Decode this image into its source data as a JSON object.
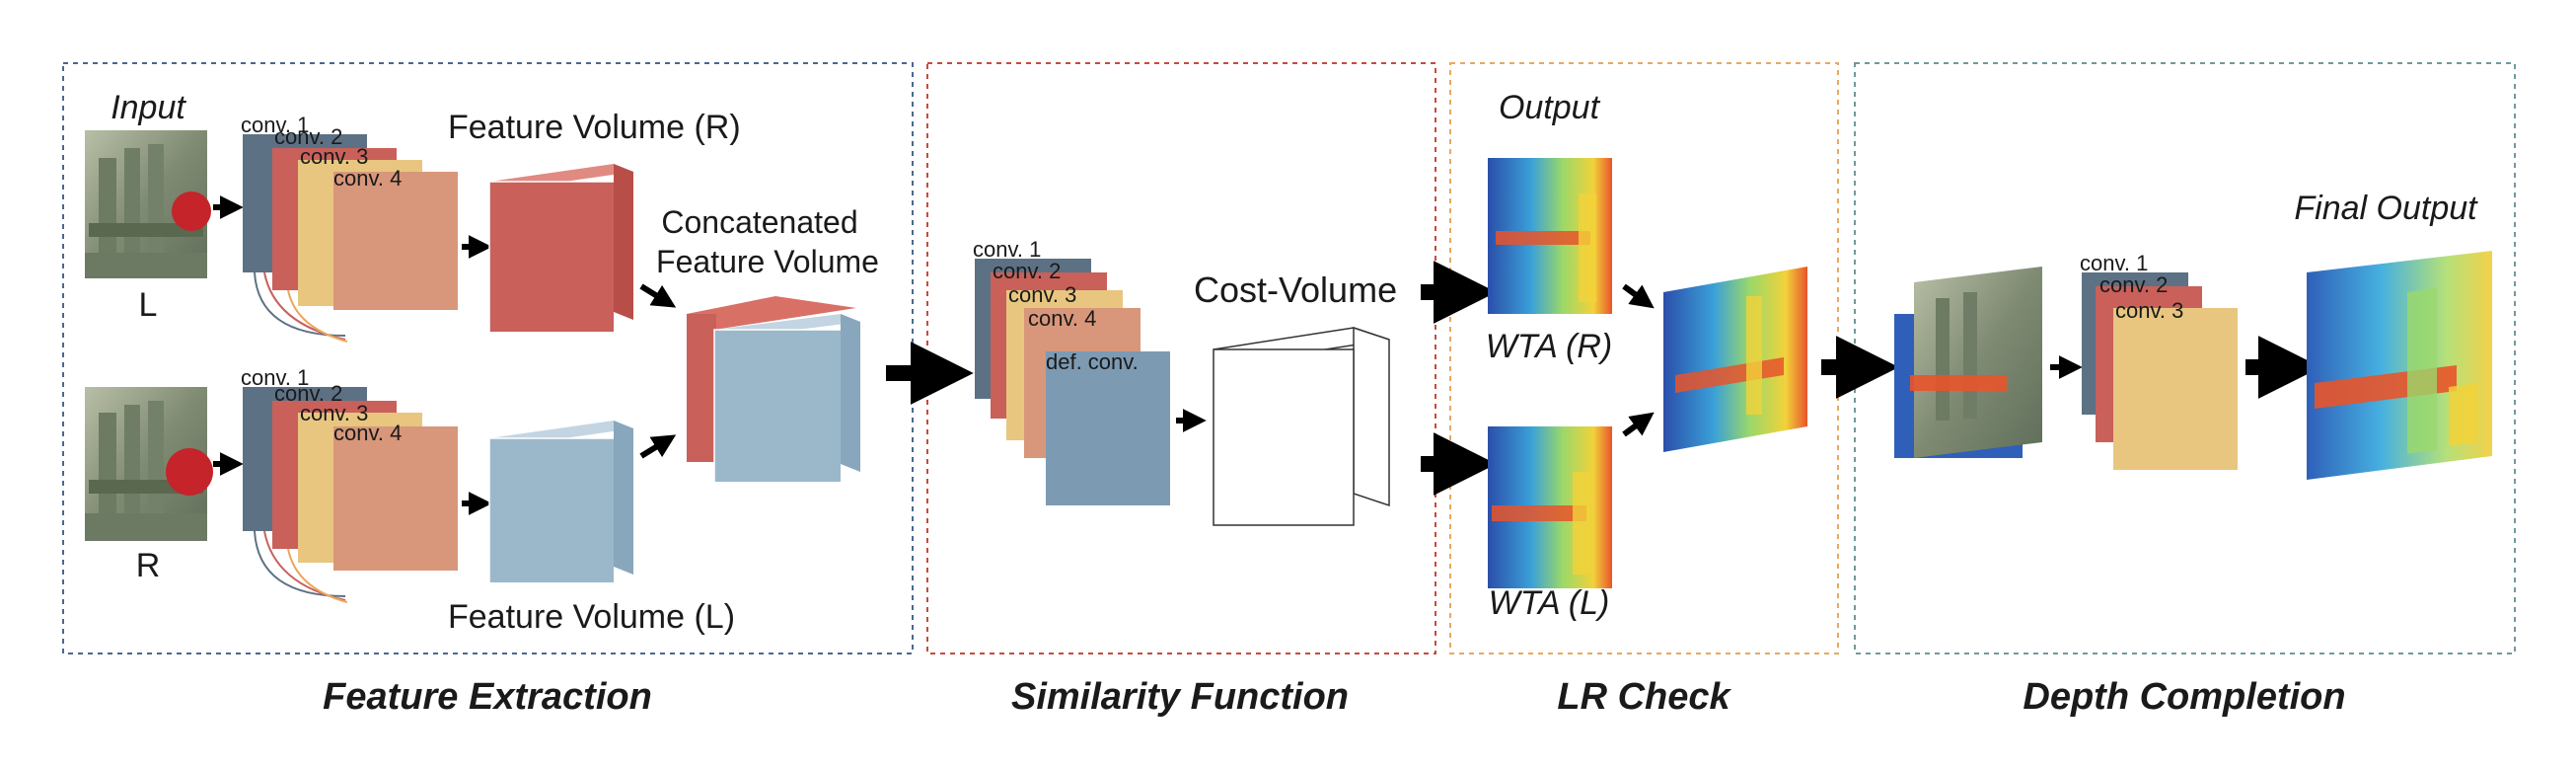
{
  "sections": [
    {
      "caption": "Feature Extraction",
      "color": "#4a6890"
    },
    {
      "caption": "Similarity Function",
      "color": "#c84a3c"
    },
    {
      "caption": "LR Check",
      "color": "#e8a860"
    },
    {
      "caption": "Depth Completion",
      "color": "#6f9a9a"
    }
  ],
  "feature_extraction": {
    "input_label": "Input",
    "left_image_label": "L",
    "right_image_label": "R",
    "conv_layers": [
      "conv. 1",
      "conv. 2",
      "conv. 3",
      "conv. 4"
    ],
    "feature_volume_right": "Feature Volume (R)",
    "feature_volume_left": "Feature Volume (L)",
    "concat_line1": "Concatenated",
    "concat_line2": "Feature Volume"
  },
  "similarity_function": {
    "layers": [
      "conv. 1",
      "conv. 2",
      "conv. 3",
      "conv. 4",
      "def. conv."
    ],
    "cost_volume_label": "Cost-Volume"
  },
  "lr_check": {
    "output_label": "Output",
    "wta_right": "WTA (R)",
    "wta_left": "WTA (L)"
  },
  "depth_completion": {
    "layers": [
      "conv. 1",
      "conv. 2",
      "conv. 3"
    ],
    "final_output_label": "Final Output"
  },
  "colors": {
    "slate": "#5d7185",
    "red": "#c9605a",
    "yellow": "#e8c680",
    "salmon": "#d8977a",
    "steel": "#7d9ab3",
    "lightblue": "#9bb8cb"
  }
}
